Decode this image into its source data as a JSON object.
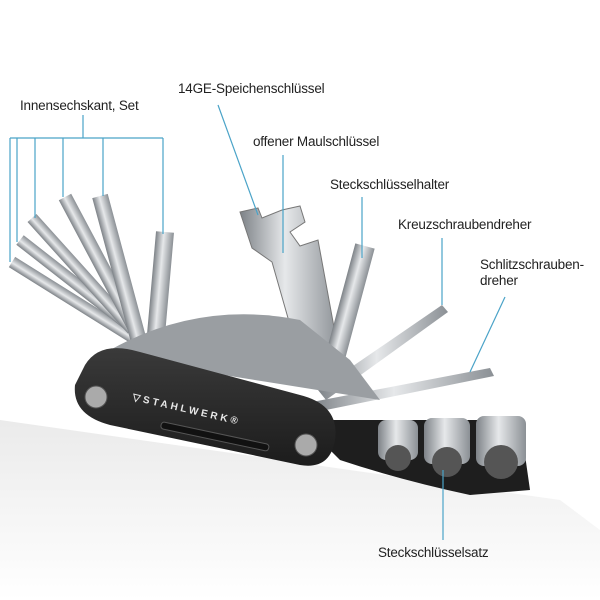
{
  "brand": "STAHLWERK®",
  "labels": {
    "hex_set": "Innensechskant, Set",
    "spoke_wrench": "14GE-Speichenschlüssel",
    "open_wrench": "offener Maulschlüssel",
    "socket_holder": "Steckschlüsselhalter",
    "phillips": "Kreuzschraubendreher",
    "flat_line1": "Schlitzschrauben-",
    "flat_line2": "dreher",
    "socket_set": "Steckschlüsselsatz"
  },
  "colors": {
    "leader": "#4aa3c8",
    "body": "#2a2a2a",
    "steel": "#b8bcc0"
  }
}
